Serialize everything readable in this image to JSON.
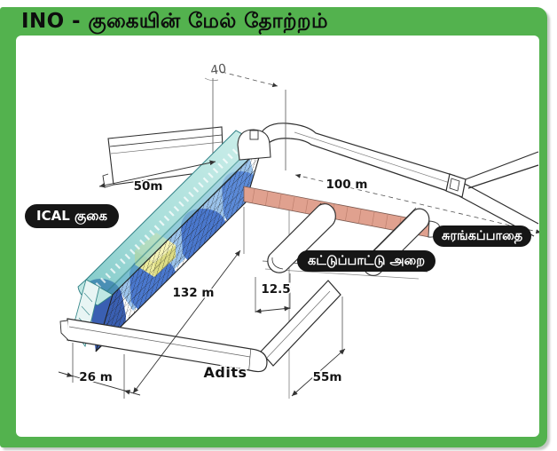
{
  "title": "INO - குகையின் மேல் தோற்றம்",
  "callouts": {
    "ical_cavern": "ICAL குகை",
    "tunnel": "சுரங்கப்பாதை",
    "control_room": "கட்டுப்பாட்டு அறை"
  },
  "dimensions": {
    "shaft_top": "40",
    "left_tunnel_length": "50m",
    "main_tunnel_length": "100 m",
    "cavern_length": "132 m",
    "control_room_width": "12.5",
    "cavern_width": "26 m",
    "adit_offset": "55m"
  },
  "map_labels": {
    "adits": "Adits"
  },
  "colors": {
    "frame_green": "#53b24e",
    "callout_bg": "#161616",
    "callout_text": "#ffffff",
    "cavern_roof_cyan": "#8fd3cf",
    "detector_blue": "#4a78ce",
    "detector_dark_blue": "#3a5fb2",
    "magnet_yellow": "#f4f2b6",
    "tunnel_pink": "#e0a18f",
    "ink": "#2e2e2e"
  }
}
